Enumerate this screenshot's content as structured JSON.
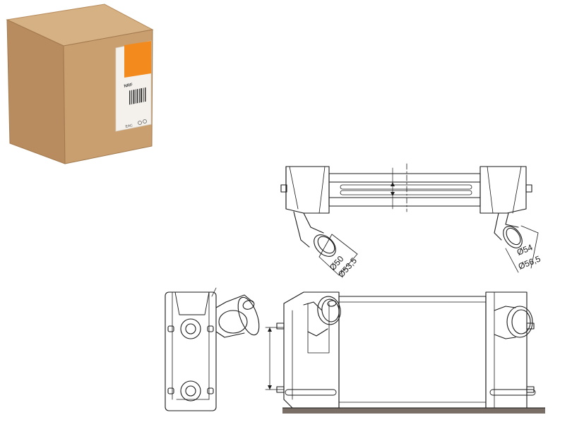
{
  "box_label": {
    "brand": "NRF",
    "cert_mark": "EAC"
  },
  "dimensions": {
    "left_pipe_inner": "Ø50",
    "left_pipe_outer": "Ø53,5",
    "right_pipe_inner": "Ø54",
    "right_pipe_outer": "Ø56,5"
  },
  "colors": {
    "box_front": "#b58a5c",
    "box_side": "#c99d6e",
    "box_top": "#d2ab7d",
    "label_orange": "#f28a1e",
    "line": "#1a1a1a"
  }
}
